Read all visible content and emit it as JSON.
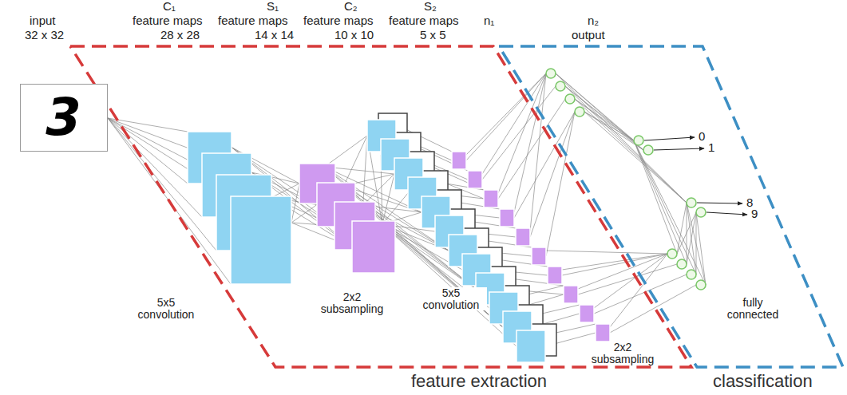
{
  "diagram": {
    "nodes": [
      {
        "text": [
          "feature extraction"
        ]
      },
      {
        "text": [
          "classification"
        ]
      },
      {
        "text": [
          "3"
        ]
      }
    ],
    "labels": [
      "input",
      "32 x 32",
      "C₁",
      "feature maps",
      "28 x 28",
      "S₁",
      "feature maps",
      "14 x 14",
      "C₂",
      "feature maps",
      "10 x 10",
      "S₂",
      "feature maps",
      "5 x 5",
      "n₁",
      "n₂",
      "output",
      "5x5 convolution",
      "2x2 subsampling",
      "5x5 convolution",
      "2x2 subsampling",
      "fully connected",
      "0",
      "1",
      "8",
      "9"
    ]
  }
}
